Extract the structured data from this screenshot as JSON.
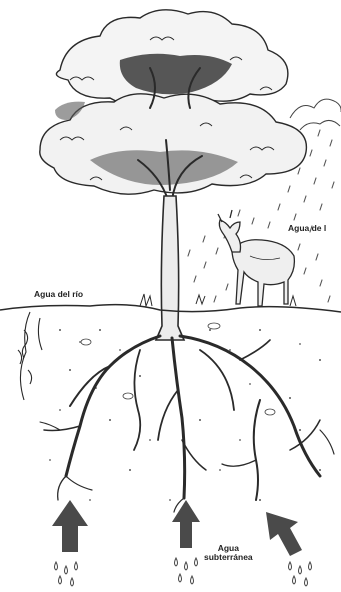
{
  "diagram": {
    "labels": {
      "river_water": "Agua del río",
      "rain_water": "Agua de l",
      "groundwater_line1": "Agua",
      "groundwater_line2": "subterránea"
    },
    "arrows": [
      {
        "name": "groundwater-arrow-left",
        "direction": "up"
      },
      {
        "name": "groundwater-arrow-center",
        "direction": "up"
      },
      {
        "name": "groundwater-arrow-right",
        "direction": "up-left"
      }
    ],
    "colors": {
      "ink": "#2a2a2a",
      "arrow": "#4a4a4a",
      "background": "#ffffff"
    }
  }
}
